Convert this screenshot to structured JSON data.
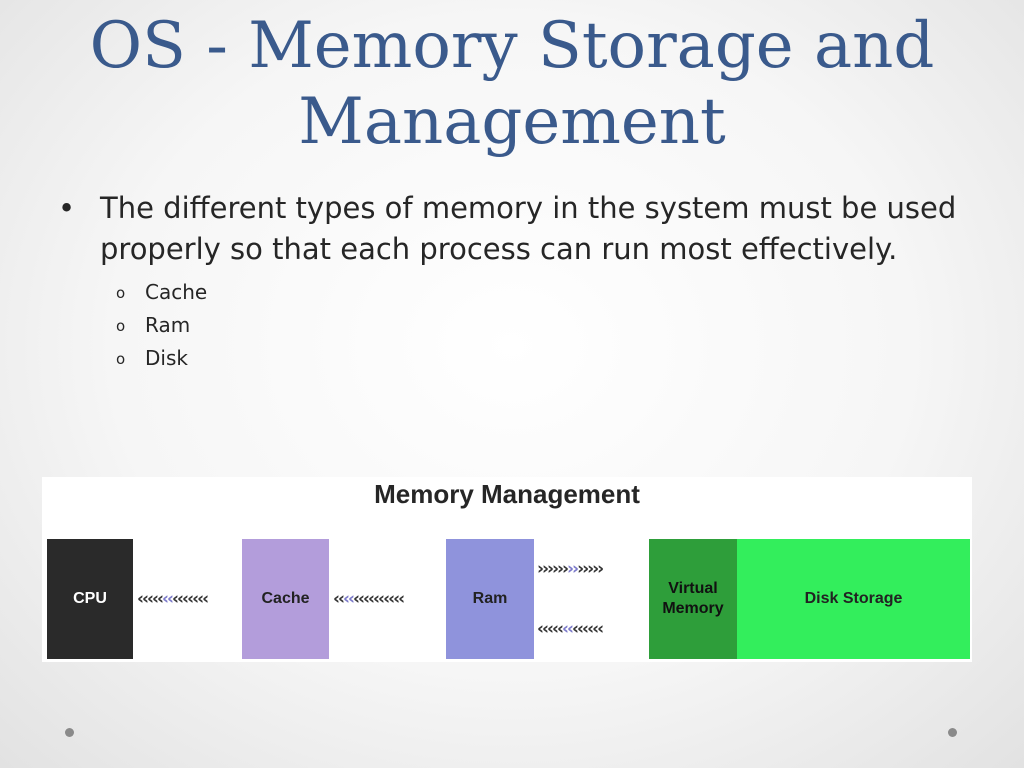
{
  "slide": {
    "title": "OS - Memory Storage and Management",
    "bullets": [
      {
        "marker": "•",
        "text": "The different types of memory in the system must be used properly so that each process can run most effectively.",
        "subitems": [
          {
            "marker": "o",
            "text": "Cache"
          },
          {
            "marker": "o",
            "text": "Ram"
          },
          {
            "marker": "o",
            "text": "Disk"
          }
        ]
      }
    ]
  },
  "diagram": {
    "title": "Memory Management",
    "boxes": {
      "cpu": {
        "label": "CPU",
        "color": "#2a2a2a"
      },
      "cache": {
        "label": "Cache",
        "color": "#b39ddb"
      },
      "ram": {
        "label": "Ram",
        "color": "#8f93dc"
      },
      "virtual_memory": {
        "label": "Virtual Memory",
        "color": "#2e9e3a"
      },
      "disk_storage": {
        "label": "Disk Storage",
        "color": "#33ee5c"
      }
    },
    "arrows": [
      {
        "from": "cache",
        "to": "cpu",
        "direction": "left"
      },
      {
        "from": "ram",
        "to": "cache",
        "direction": "left"
      },
      {
        "from": "ram",
        "to": "virtual_memory",
        "direction": "right"
      },
      {
        "from": "virtual_memory",
        "to": "ram",
        "direction": "left"
      }
    ]
  },
  "navigation": {
    "prev_icon": "dot-icon",
    "next_icon": "dot-icon"
  }
}
